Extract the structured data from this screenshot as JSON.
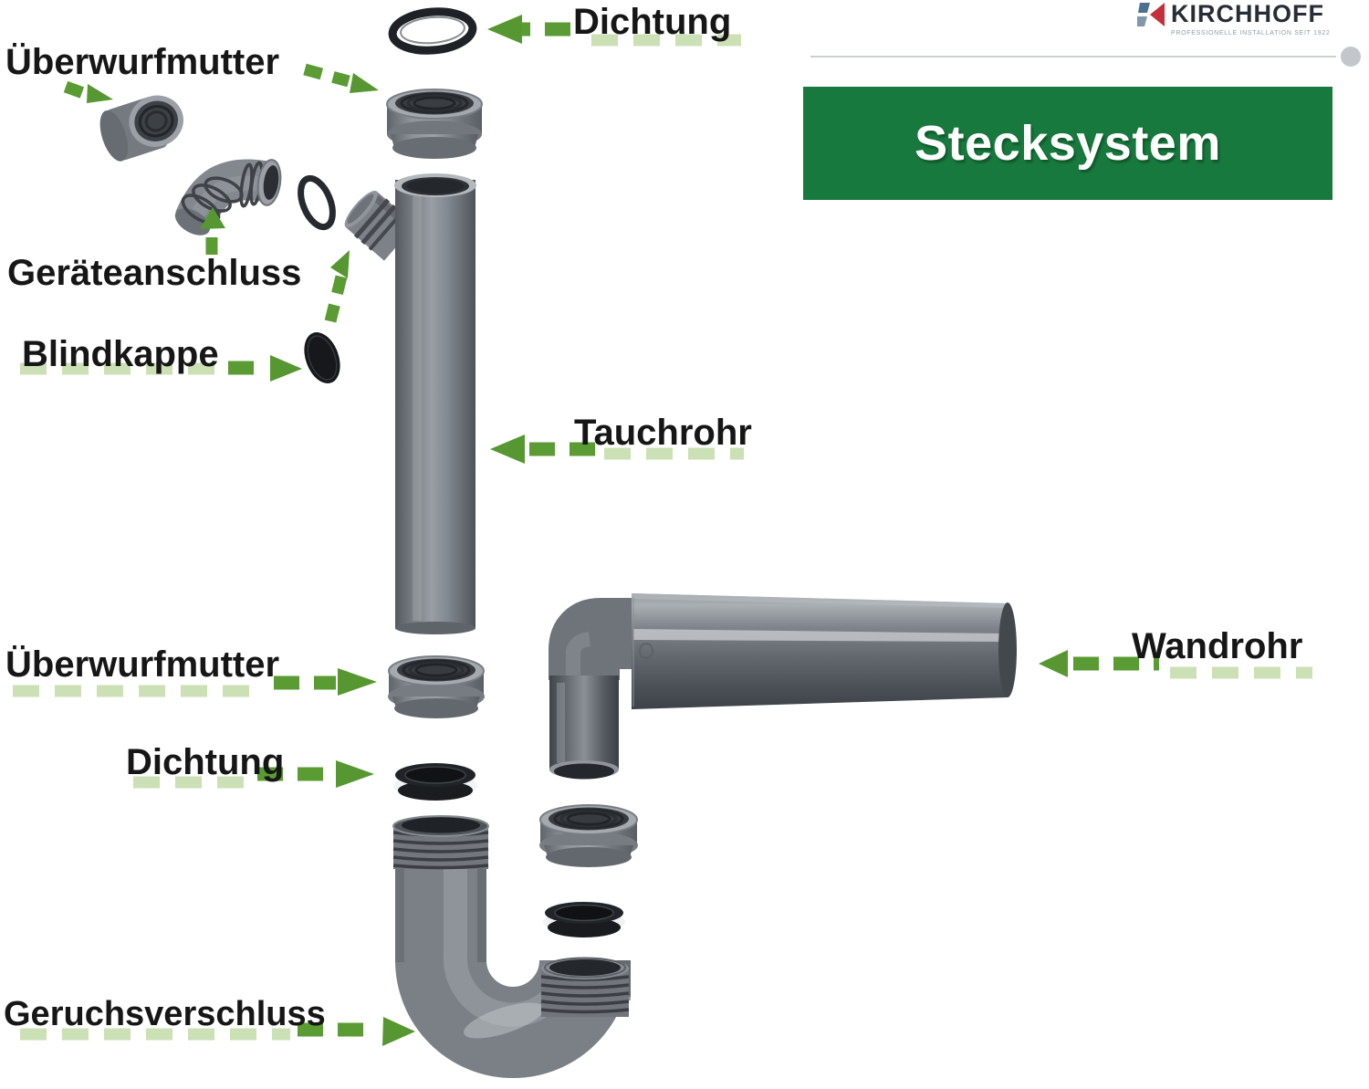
{
  "brand": {
    "name": "KIRCHHOFF",
    "tagline": "PROFESSIONELLE INSTALLATION SEIT 1922"
  },
  "banner": {
    "title": "Stecksystem"
  },
  "labels": {
    "dichtung_top": "Dichtung",
    "ueberwurfmutter_top": "Überwurfmutter",
    "geraeteanschluss": "Geräteanschluss",
    "blindkappe": "Blindkappe",
    "tauchrohr": "Tauchrohr",
    "ueberwurfmutter_bottom": "Überwurfmutter",
    "dichtung_bottom": "Dichtung",
    "wandrohr": "Wandrohr",
    "geruchsverschluss": "Geruchsverschluss"
  },
  "colors": {
    "arrow_green": "#5a9b33",
    "arrow_green_light": "#cbe0b4",
    "banner_green": "#17793d",
    "banner_text": "#ffffff",
    "label_text": "#161616",
    "logo_red": "#c2313b",
    "logo_blue_dark": "#4c6e90",
    "logo_blue_light": "#8197ab",
    "logo_text": "#272d38",
    "pipe_gray": "#7d8388",
    "pipe_dark": "#53585d",
    "seal_black": "#1c1e21"
  }
}
